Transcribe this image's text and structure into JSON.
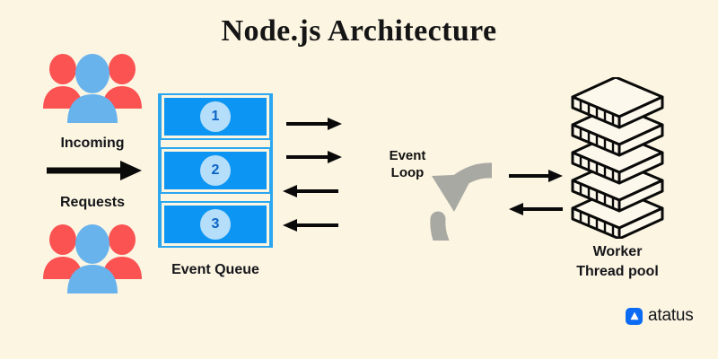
{
  "page": {
    "title": "Node.js Architecture",
    "background_color": "#FCF5E2"
  },
  "clients": {
    "top_icon_name": "users-group-icon",
    "bottom_icon_name": "users-group-icon",
    "incoming_label": "Incoming",
    "requests_label": "Requests",
    "arrow_name": "incoming-requests-arrow",
    "colors": {
      "person_front": "#69B3ED",
      "person_side": "#FB5252"
    }
  },
  "event_queue": {
    "label": "Event Queue",
    "items": [
      {
        "number": "1"
      },
      {
        "number": "2"
      },
      {
        "number": "3"
      }
    ],
    "colors": {
      "fill": "#0C95F2",
      "border": "#2BA6F0",
      "circle": "#B4DEFA",
      "number": "#0B63C6"
    }
  },
  "queue_loop_arrows": [
    {
      "name": "arrow-queue-to-loop-1",
      "direction": "right"
    },
    {
      "name": "arrow-queue-to-loop-2",
      "direction": "right"
    },
    {
      "name": "arrow-loop-to-queue-1",
      "direction": "left"
    },
    {
      "name": "arrow-loop-to-queue-2",
      "direction": "left"
    }
  ],
  "event_loop": {
    "line1": "Event",
    "line2": "Loop",
    "color": "#A9A9A4"
  },
  "loop_pool_arrows": [
    {
      "name": "arrow-loop-to-pool",
      "direction": "right"
    },
    {
      "name": "arrow-pool-to-loop",
      "direction": "left"
    }
  ],
  "thread_pool": {
    "line1": "Worker",
    "line2": "Thread pool",
    "slab_count": 5
  },
  "brand": {
    "name": "atatus",
    "mark_name": "atatus-triangle-logo",
    "mark_color": "#0B6BF2"
  }
}
